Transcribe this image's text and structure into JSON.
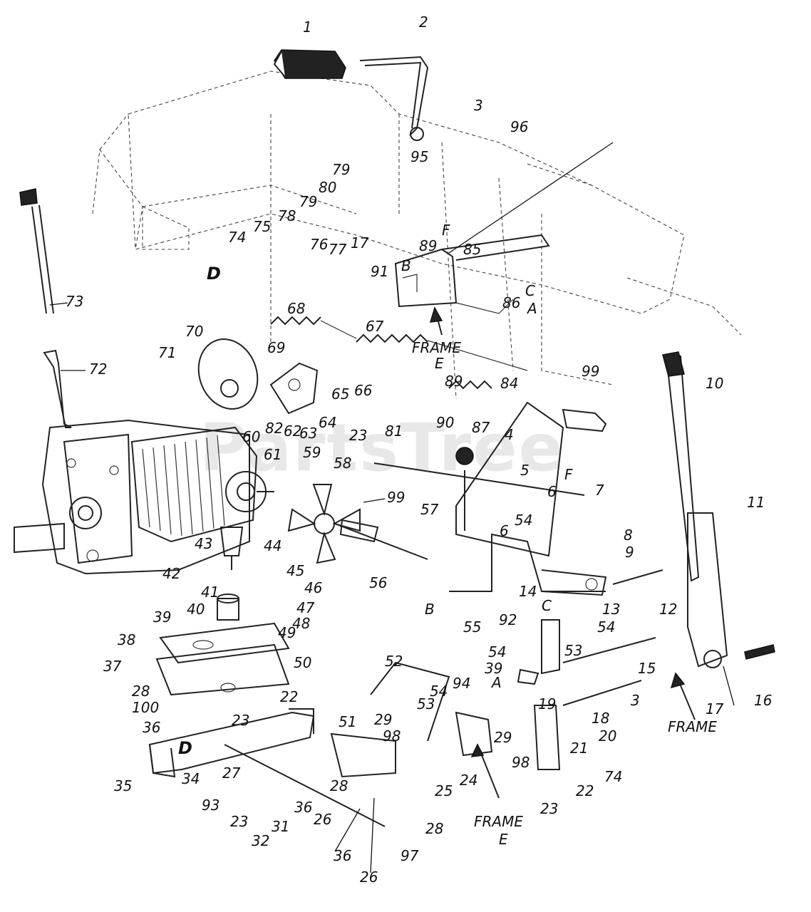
{
  "watermark": "PartsTree",
  "callouts": [
    {
      "id": "c1",
      "text": "1"
    },
    {
      "id": "c2",
      "text": "2"
    },
    {
      "id": "c3",
      "text": "3"
    },
    {
      "id": "c96",
      "text": "96"
    },
    {
      "id": "c95",
      "text": "95"
    },
    {
      "id": "c79a",
      "text": "79"
    },
    {
      "id": "c80",
      "text": "80"
    },
    {
      "id": "c79b",
      "text": "79"
    },
    {
      "id": "c78",
      "text": "78"
    },
    {
      "id": "c74a",
      "text": "74"
    },
    {
      "id": "c75",
      "text": "75"
    },
    {
      "id": "c76",
      "text": "76"
    },
    {
      "id": "c77",
      "text": "77"
    },
    {
      "id": "c17a",
      "text": "17"
    },
    {
      "id": "c89a",
      "text": "89"
    },
    {
      "id": "c85",
      "text": "85"
    },
    {
      "id": "c91",
      "text": "91"
    },
    {
      "id": "c86",
      "text": "86"
    },
    {
      "id": "c73",
      "text": "73"
    },
    {
      "id": "c72",
      "text": "72"
    },
    {
      "id": "c68",
      "text": "68"
    },
    {
      "id": "c67",
      "text": "67"
    },
    {
      "id": "c84",
      "text": "84"
    },
    {
      "id": "c99a",
      "text": "99"
    },
    {
      "id": "c10",
      "text": "10"
    },
    {
      "id": "c70",
      "text": "70"
    },
    {
      "id": "c71",
      "text": "71"
    },
    {
      "id": "c69",
      "text": "69"
    },
    {
      "id": "c89b",
      "text": "89"
    },
    {
      "id": "c90",
      "text": "90"
    },
    {
      "id": "c87",
      "text": "87"
    },
    {
      "id": "c66",
      "text": "66"
    },
    {
      "id": "c65",
      "text": "65"
    },
    {
      "id": "c64",
      "text": "64"
    },
    {
      "id": "c63",
      "text": "63"
    },
    {
      "id": "c62",
      "text": "62"
    },
    {
      "id": "c82",
      "text": "82"
    },
    {
      "id": "c23a",
      "text": "23"
    },
    {
      "id": "c81",
      "text": "81"
    },
    {
      "id": "c60",
      "text": "60"
    },
    {
      "id": "c61",
      "text": "61"
    },
    {
      "id": "c59",
      "text": "59"
    },
    {
      "id": "c58",
      "text": "58"
    },
    {
      "id": "c4",
      "text": "4"
    },
    {
      "id": "c5",
      "text": "5"
    },
    {
      "id": "c57",
      "text": "57"
    },
    {
      "id": "c99b",
      "text": "99"
    },
    {
      "id": "c6a",
      "text": "6"
    },
    {
      "id": "c7",
      "text": "7"
    },
    {
      "id": "c11",
      "text": "11"
    },
    {
      "id": "c54a",
      "text": "54"
    },
    {
      "id": "c6b",
      "text": "6"
    },
    {
      "id": "c8",
      "text": "8"
    },
    {
      "id": "c9",
      "text": "9"
    },
    {
      "id": "c44",
      "text": "44"
    },
    {
      "id": "c56",
      "text": "56"
    },
    {
      "id": "c43",
      "text": "43"
    },
    {
      "id": "c45",
      "text": "45"
    },
    {
      "id": "c46",
      "text": "46"
    },
    {
      "id": "c42",
      "text": "42"
    },
    {
      "id": "c41",
      "text": "41"
    },
    {
      "id": "c47",
      "text": "47"
    },
    {
      "id": "c40",
      "text": "40"
    },
    {
      "id": "c48",
      "text": "48"
    },
    {
      "id": "c39a",
      "text": "39"
    },
    {
      "id": "c49",
      "text": "49"
    },
    {
      "id": "c14",
      "text": "14"
    },
    {
      "id": "c13",
      "text": "13"
    },
    {
      "id": "c12",
      "text": "12"
    },
    {
      "id": "c55",
      "text": "55"
    },
    {
      "id": "c92",
      "text": "92"
    },
    {
      "id": "c54b",
      "text": "54"
    },
    {
      "id": "c38",
      "text": "38"
    },
    {
      "id": "c54c",
      "text": "54"
    },
    {
      "id": "c53a",
      "text": "53"
    },
    {
      "id": "c15",
      "text": "15"
    },
    {
      "id": "c37",
      "text": "37"
    },
    {
      "id": "c50",
      "text": "50"
    },
    {
      "id": "c52",
      "text": "52"
    },
    {
      "id": "c39b",
      "text": "39"
    },
    {
      "id": "c94",
      "text": "94"
    },
    {
      "id": "c3b",
      "text": "3"
    },
    {
      "id": "c54d",
      "text": "54"
    },
    {
      "id": "c53b",
      "text": "53"
    },
    {
      "id": "c19",
      "text": "19"
    },
    {
      "id": "c18",
      "text": "18"
    },
    {
      "id": "c17b",
      "text": "17"
    },
    {
      "id": "c16",
      "text": "16"
    },
    {
      "id": "c22a",
      "text": "22"
    },
    {
      "id": "c28a",
      "text": "28"
    },
    {
      "id": "c100",
      "text": "100"
    },
    {
      "id": "c23b",
      "text": "23"
    },
    {
      "id": "c36a",
      "text": "36"
    },
    {
      "id": "c51",
      "text": "51"
    },
    {
      "id": "c29a",
      "text": "29"
    },
    {
      "id": "c98a",
      "text": "98"
    },
    {
      "id": "c29b",
      "text": "29"
    },
    {
      "id": "c98b",
      "text": "98"
    },
    {
      "id": "c20",
      "text": "20"
    },
    {
      "id": "c21",
      "text": "21"
    },
    {
      "id": "c74b",
      "text": "74"
    },
    {
      "id": "c35",
      "text": "35"
    },
    {
      "id": "c34",
      "text": "34"
    },
    {
      "id": "c27",
      "text": "27"
    },
    {
      "id": "c93",
      "text": "93"
    },
    {
      "id": "c23c",
      "text": "23"
    },
    {
      "id": "c32",
      "text": "32"
    },
    {
      "id": "c31",
      "text": "31"
    },
    {
      "id": "c36b",
      "text": "36"
    },
    {
      "id": "c26a",
      "text": "26"
    },
    {
      "id": "c28b",
      "text": "28"
    },
    {
      "id": "c25",
      "text": "25"
    },
    {
      "id": "c24",
      "text": "24"
    },
    {
      "id": "c23d",
      "text": "23"
    },
    {
      "id": "c22b",
      "text": "22"
    },
    {
      "id": "c28c",
      "text": "28"
    },
    {
      "id": "c36c",
      "text": "36"
    },
    {
      "id": "c97",
      "text": "97"
    },
    {
      "id": "c26b",
      "text": "26"
    }
  ],
  "letters": [
    {
      "id": "lD1",
      "text": "D"
    },
    {
      "id": "lF1",
      "text": "F"
    },
    {
      "id": "lB1",
      "text": "B"
    },
    {
      "id": "lC1",
      "text": "C"
    },
    {
      "id": "lA1",
      "text": "A"
    },
    {
      "id": "lE1",
      "text": "E"
    },
    {
      "id": "lF2",
      "text": "F"
    },
    {
      "id": "lB2",
      "text": "B"
    },
    {
      "id": "lC2",
      "text": "C"
    },
    {
      "id": "lA2",
      "text": "A"
    },
    {
      "id": "lD2",
      "text": "D"
    },
    {
      "id": "lE2",
      "text": "E"
    }
  ],
  "frame_labels": [
    {
      "id": "f1",
      "text": "FRAME"
    },
    {
      "id": "f2",
      "text": "FRAME"
    },
    {
      "id": "f3",
      "text": "FRAME"
    }
  ]
}
